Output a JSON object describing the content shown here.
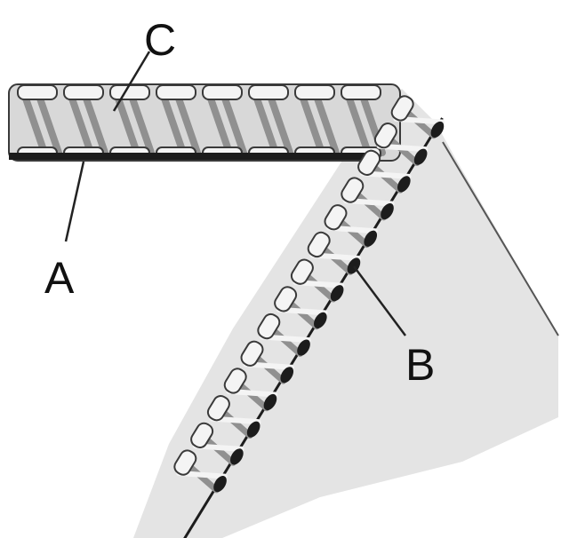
{
  "labels": {
    "a": "A",
    "b": "B",
    "c": "C"
  },
  "colors": {
    "fabric": "#e4e4e4",
    "fabric_edge": "#555555",
    "needle_thread": "#1c1c1c",
    "looper_thread": "#909090",
    "upper_looper_loop": "#f4f4f4",
    "outline": "#3a3a3a",
    "leader_line": "#222222"
  }
}
